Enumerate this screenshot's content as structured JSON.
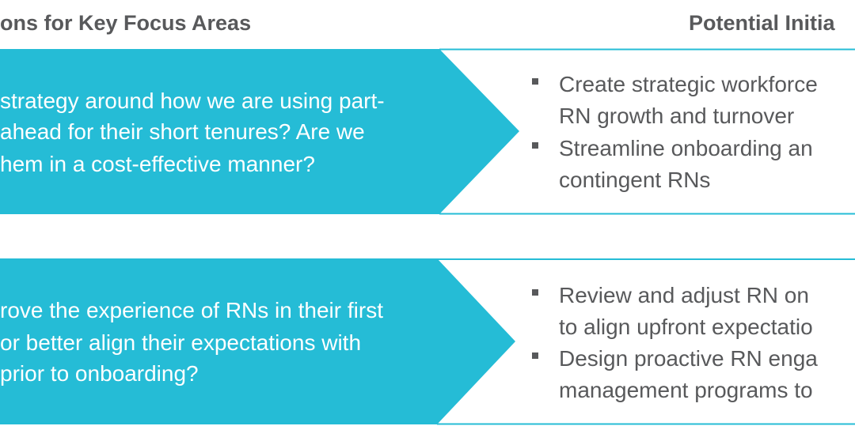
{
  "header": {
    "left_title": "ons for Key Focus Areas",
    "right_title": "Potential Initia"
  },
  "colors": {
    "accent": "#25bcd6",
    "text": "#58595b"
  },
  "rows": [
    {
      "question_lines": [
        "strategy around how we are using part-",
        "ahead for their short tenures? Are we",
        "hem in a cost-effective manner?"
      ],
      "initiatives": [
        {
          "lines": [
            "Create strategic workforce",
            "RN growth and turnover"
          ]
        },
        {
          "lines": [
            "Streamline onboarding an",
            "contingent RNs"
          ]
        }
      ]
    },
    {
      "question_lines": [
        "rove the experience of RNs in their first",
        "or better align their expectations with",
        "prior to onboarding?"
      ],
      "initiatives": [
        {
          "lines": [
            "Review and adjust RN on",
            "to align upfront expectatio"
          ]
        },
        {
          "lines": [
            "Design proactive RN enga",
            "management programs to"
          ]
        }
      ]
    }
  ]
}
